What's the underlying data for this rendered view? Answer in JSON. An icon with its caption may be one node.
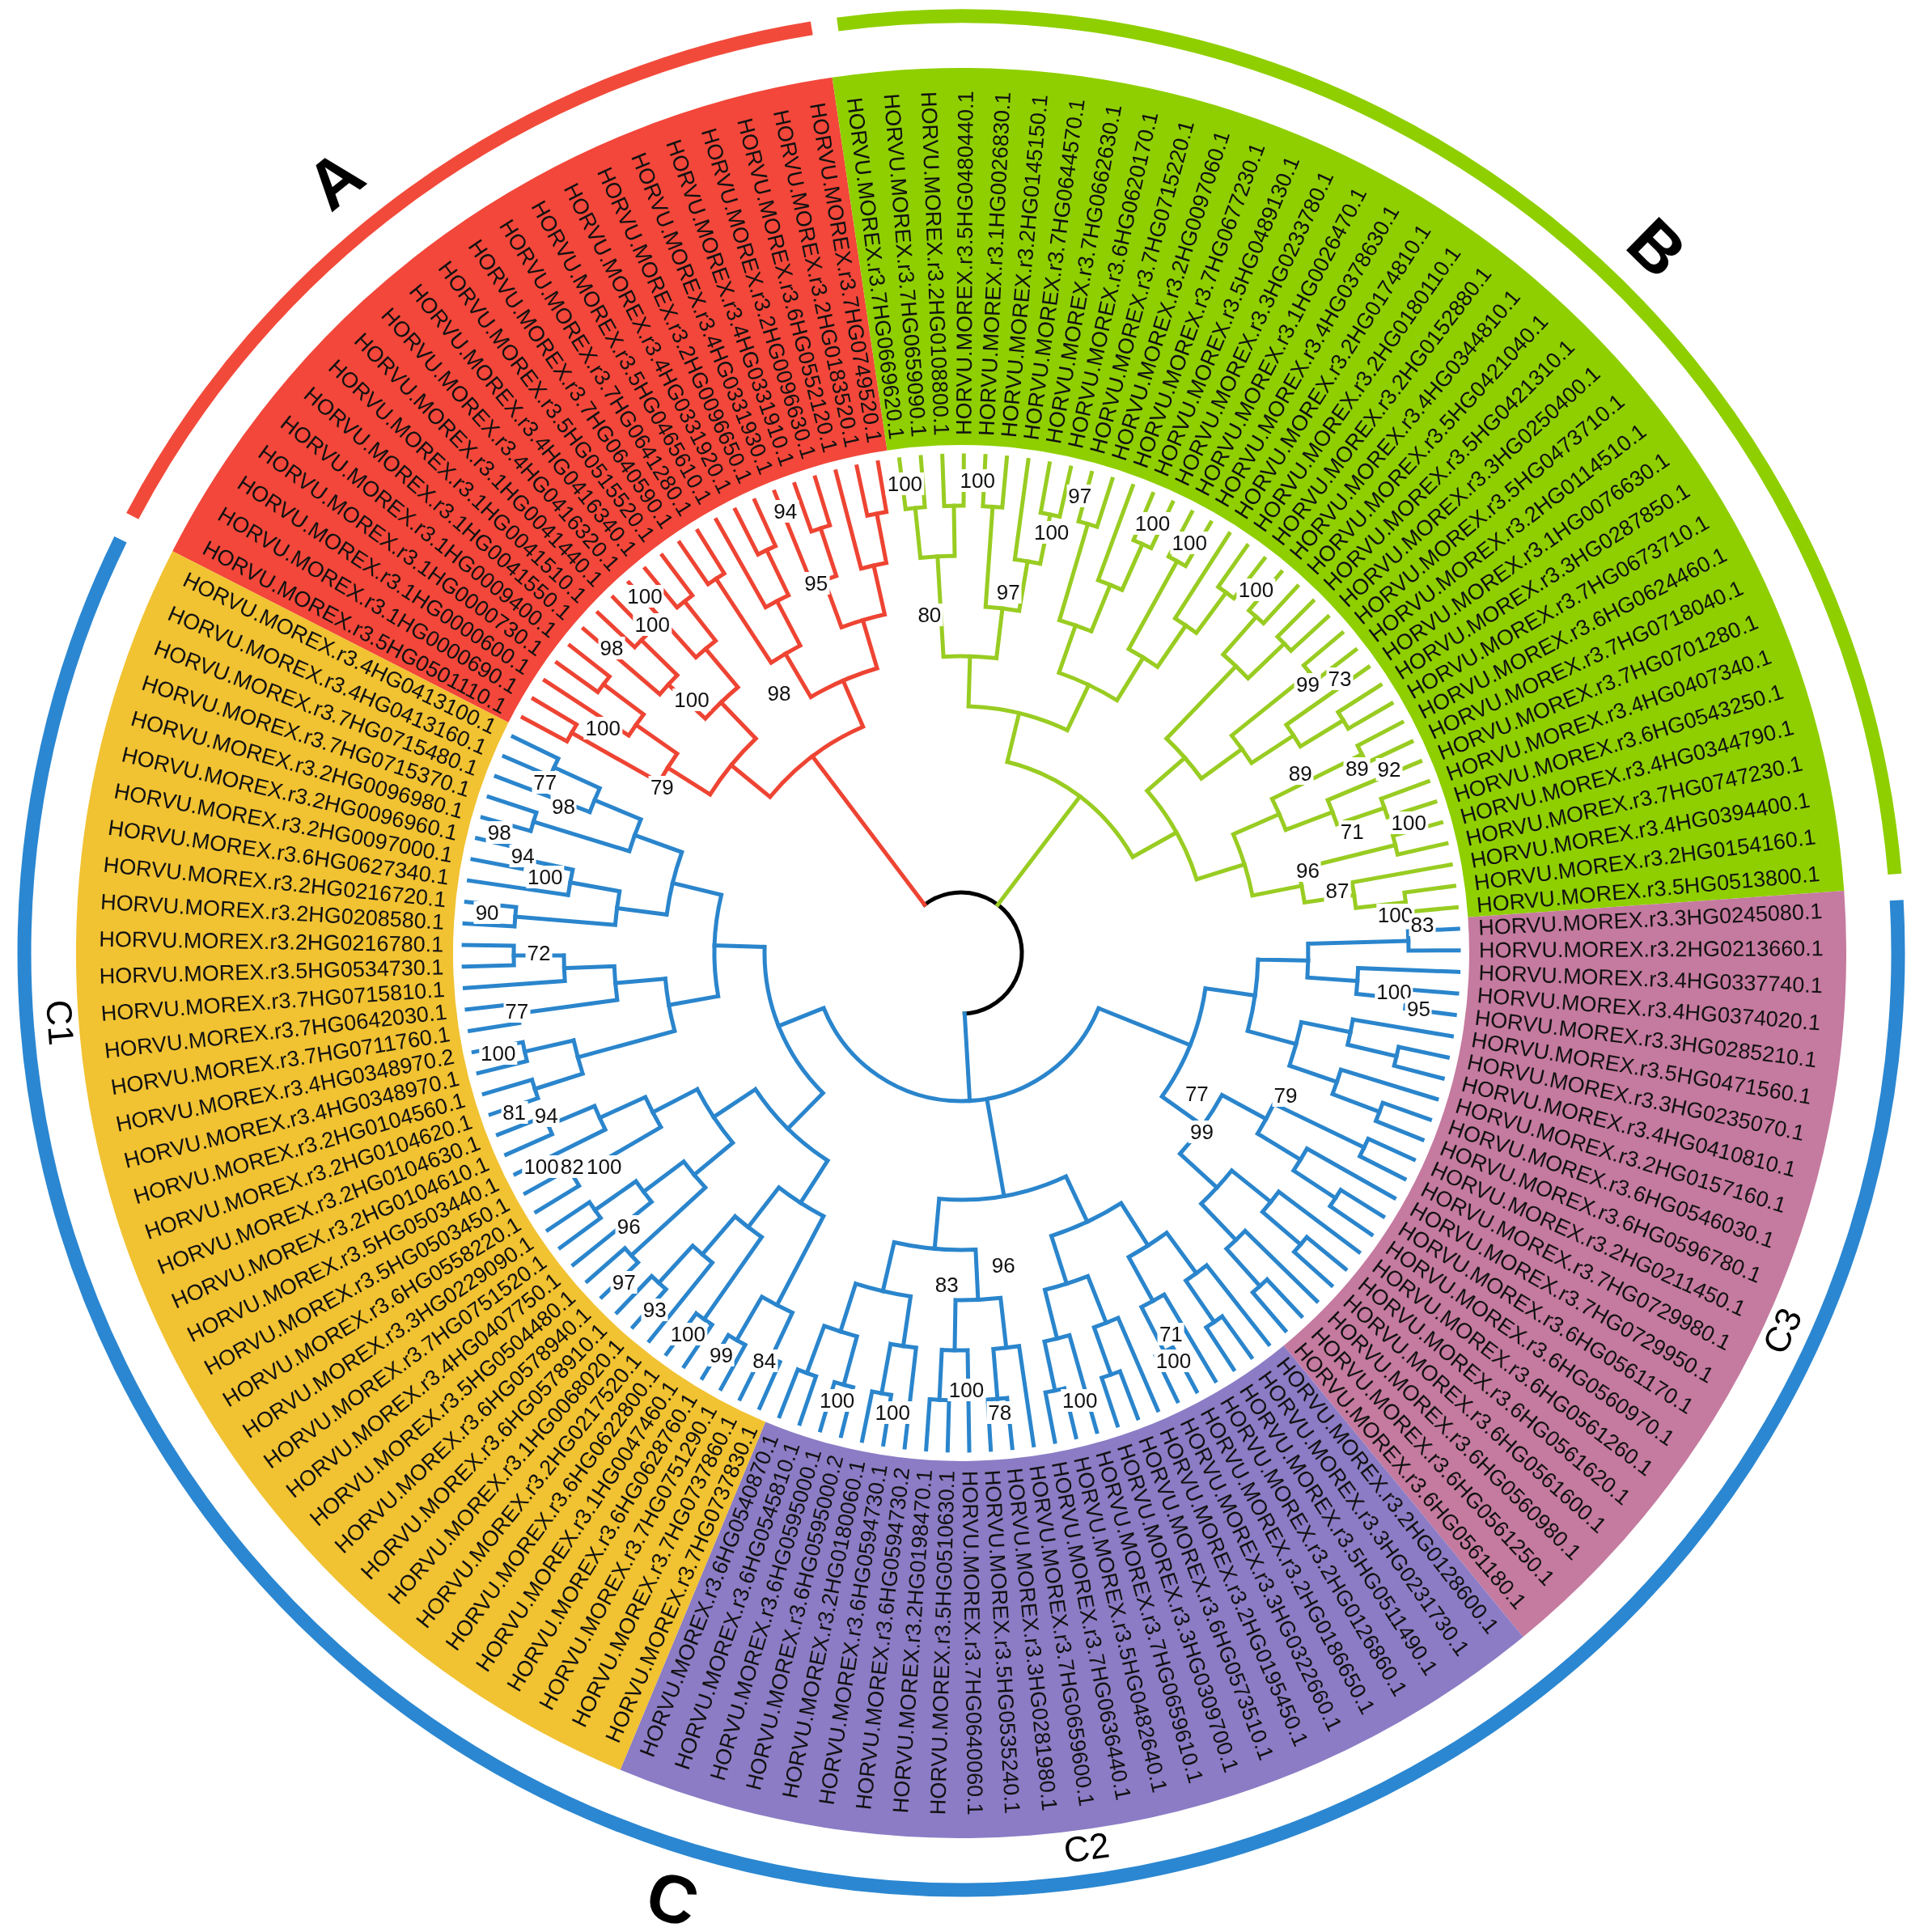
{
  "diagram": {
    "nodes": [
      {
        "text": [
          "HORVU.MOREX.r3.5HG0501110.1",
          "HORVU.MOREX.r3.1HG0000690.1",
          "HORVU.MOREX.r3.1HG0000600.1",
          "HORVU.MOREX.r3.1HG0000730.1",
          "HORVU.MOREX.r3.1HG0009400.1",
          "HORVU.MOREX.r3.1HG0041550.1",
          "HORVU.MOREX.r3.1HG0041510.1",
          "HORVU.MOREX.r3.1HG0041440.1",
          "HORVU.MOREX.r3.4HG0416320.1",
          "HORVU.MOREX.r3.4HG0416340.1",
          "HORVU.MOREX.r3.5HG0515520.1",
          "HORVU.MOREX.r3.7HG0640590.1",
          "HORVU.MOREX.r3.7HG0641280.1",
          "HORVU.MOREX.r3.5HG0465610.1",
          "HORVU.MOREX.r3.4HG0331920.1",
          "HORVU.MOREX.r3.2HG0096650.1",
          "HORVU.MOREX.r3.4HG0331930.1",
          "HORVU.MOREX.r3.4HG0331910.1",
          "HORVU.MOREX.r3.2HG0096630.1",
          "HORVU.MOREX.r3.6HG0552120.1",
          "HORVU.MOREX.r3.2HG0183520.1",
          "HORVU.MOREX.r3.7HG0749520.1"
        ]
      },
      {
        "text": [
          "HORVU.MOREX.r3.7HG0669620.1",
          "HORVU.MOREX.r3.7HG0659090.1",
          "HORVU.MOREX.r3.2HG0108800.1",
          "HORVU.MOREX.r3.5HG0480440.1",
          "HORVU.MOREX.r3.1HG0026830.1",
          "HORVU.MOREX.r3.2HG0145150.1",
          "HORVU.MOREX.r3.7HG0644570.1",
          "HORVU.MOREX.r3.7HG0662630.1",
          "HORVU.MOREX.r3.6HG0620170.1",
          "HORVU.MOREX.r3.7HG0715220.1",
          "HORVU.MOREX.r3.2HG0097060.1",
          "HORVU.MOREX.r3.7HG0677230.1",
          "HORVU.MOREX.r3.5HG0489130.1",
          "HORVU.MOREX.r3.3HG0233780.1",
          "HORVU.MOREX.r3.1HG0026470.1",
          "HORVU.MOREX.r3.4HG0378630.1",
          "HORVU.MOREX.r3.2HG0174810.1",
          "HORVU.MOREX.r3.2HG0180110.1",
          "HORVU.MOREX.r3.2HG0152880.1",
          "HORVU.MOREX.r3.4HG0344810.1",
          "HORVU.MOREX.r3.5HG0421040.1",
          "HORVU.MOREX.r3.5HG0421310.1",
          "HORVU.MOREX.r3.3HG0250400.1",
          "HORVU.MOREX.r3.5HG0473710.1",
          "HORVU.MOREX.r3.2HG0114510.1",
          "HORVU.MOREX.r3.1HG0076630.1",
          "HORVU.MOREX.r3.3HG0287850.1",
          "HORVU.MOREX.r3.7HG0673710.1",
          "HORVU.MOREX.r3.6HG0624460.1",
          "HORVU.MOREX.r3.7HG0718040.1",
          "HORVU.MOREX.r3.7HG0701280.1",
          "HORVU.MOREX.r3.4HG0407340.1",
          "HORVU.MOREX.r3.6HG0543250.1",
          "HORVU.MOREX.r3.4HG0344790.1",
          "HORVU.MOREX.r3.7HG0747230.1",
          "HORVU.MOREX.r3.4HG0394400.1",
          "HORVU.MOREX.r3.2HG0154160.1",
          "HORVU.MOREX.r3.5HG0513800.1"
        ]
      },
      {
        "text": [
          "HORVU.MOREX.r3.3HG0245080.1",
          "HORVU.MOREX.r3.2HG0213660.1",
          "HORVU.MOREX.r3.4HG0337740.1",
          "HORVU.MOREX.r3.4HG0374020.1",
          "HORVU.MOREX.r3.3HG0285210.1",
          "HORVU.MOREX.r3.5HG0471560.1",
          "HORVU.MOREX.r3.3HG0235070.1",
          "HORVU.MOREX.r3.4HG0410810.1",
          "HORVU.MOREX.r3.2HG0157160.1",
          "HORVU.MOREX.r3.6HG0546030.1",
          "HORVU.MOREX.r3.6HG0596780.1",
          "HORVU.MOREX.r3.2HG0211450.1",
          "HORVU.MOREX.r3.7HG0729980.1",
          "HORVU.MOREX.r3.7HG0729950.1",
          "HORVU.MOREX.r3.6HG0561170.1",
          "HORVU.MOREX.r3.6HG0560970.1",
          "HORVU.MOREX.r3.6HG0561260.1",
          "HORVU.MOREX.r3.6HG0561620.1",
          "HORVU.MOREX.r3.6HG0561600.1",
          "HORVU.MOREX.r3.6HG0560980.1",
          "HORVU.MOREX.r3.6HG0561250.1",
          "HORVU.MOREX.r3.6HG0561180.1"
        ]
      },
      {
        "text": [
          "HORVU.MOREX.r3.2HG0128600.1",
          "HORVU.MOREX.r3.3HG0231730.1",
          "HORVU.MOREX.r3.5HG0511490.1",
          "HORVU.MOREX.r3.2HG0126860.1",
          "HORVU.MOREX.r3.2HG0186650.1",
          "HORVU.MOREX.r3.3HG0322660.1",
          "HORVU.MOREX.r3.2HG0195450.1",
          "HORVU.MOREX.r3.6HG0573510.1",
          "HORVU.MOREX.r3.3HG0309700.1",
          "HORVU.MOREX.r3.7HG0659610.1",
          "HORVU.MOREX.r3.5HG0482640.1",
          "HORVU.MOREX.r3.7HG0636440.1",
          "HORVU.MOREX.r3.7HG0659600.1",
          "HORVU.MOREX.r3.3HG0281980.1",
          "HORVU.MOREX.r3.5HG0535240.1",
          "HORVU.MOREX.r3.7HG0640060.1",
          "HORVU.MOREX.r3.5HG0510630.1",
          "HORVU.MOREX.r3.2HG0198470.1",
          "HORVU.MOREX.r3.6HG0594730.2",
          "HORVU.MOREX.r3.6HG0594730.1",
          "HORVU.MOREX.r3.2HG0180060.1",
          "HORVU.MOREX.r3.6HG0595000.2",
          "HORVU.MOREX.r3.6HG0595000.1",
          "HORVU.MOREX.r3.6HG0545810.1",
          "HORVU.MOREX.r3.6HG0540870.1"
        ]
      },
      {
        "text": [
          "HORVU.MOREX.r3.7HG0737830.1",
          "HORVU.MOREX.r3.7HG0737860.1",
          "HORVU.MOREX.r3.7HG0751290.1",
          "HORVU.MOREX.r3.6HG0628760.1",
          "HORVU.MOREX.r3.1HG0047460.1",
          "HORVU.MOREX.r3.6HG0622800.1",
          "HORVU.MOREX.r3.2HG0217520.1",
          "HORVU.MOREX.r3.1HG0068020.1",
          "HORVU.MOREX.r3.6HG0578910.1",
          "HORVU.MOREX.r3.6HG0578940.1",
          "HORVU.MOREX.r3.5HG0504480.1",
          "HORVU.MOREX.r3.4HG0407750.1",
          "HORVU.MOREX.r3.7HG0751520.1",
          "HORVU.MOREX.r3.3HG0229090.1",
          "HORVU.MOREX.r3.6HG0558220.1",
          "HORVU.MOREX.r3.5HG0503450.1",
          "HORVU.MOREX.r3.5HG0503440.1",
          "HORVU.MOREX.r3.2HG0104610.1",
          "HORVU.MOREX.r3.2HG0104630.1",
          "HORVU.MOREX.r3.2HG0104620.1",
          "HORVU.MOREX.r3.2HG0104560.1",
          "HORVU.MOREX.r3.4HG0348970.1",
          "HORVU.MOREX.r3.4HG0348970.2",
          "HORVU.MOREX.r3.7HG0711760.1",
          "HORVU.MOREX.r3.7HG0642030.1",
          "HORVU.MOREX.r3.7HG0715810.1",
          "HORVU.MOREX.r3.5HG0534730.1",
          "HORVU.MOREX.r3.2HG0216780.1",
          "HORVU.MOREX.r3.2HG0208580.1",
          "HORVU.MOREX.r3.2HG0216720.1",
          "HORVU.MOREX.r3.6HG0627340.1",
          "HORVU.MOREX.r3.2HG0097000.1",
          "HORVU.MOREX.r3.2HG0096960.1",
          "HORVU.MOREX.r3.2HG0096980.1",
          "HORVU.MOREX.r3.7HG0715370.1",
          "HORVU.MOREX.r3.7HG0715480.1",
          "HORVU.MOREX.r3.4HG0413160.1",
          "HORVU.MOREX.r3.4HG0413100.1"
        ]
      }
    ],
    "labels": [
      "A",
      "B",
      "C1",
      "C3",
      "C2",
      "C",
      "94",
      "95",
      "100",
      "100",
      "98",
      "100",
      "98",
      "100",
      "79",
      "100",
      "100",
      "80",
      "97",
      "100",
      "97",
      "100",
      "100",
      "100",
      "99",
      "73",
      "89",
      "89",
      "92",
      "71",
      "100",
      "96",
      "87",
      "100",
      "83",
      "100",
      "95",
      "77",
      "79",
      "99",
      "77",
      "98",
      "98",
      "94",
      "100",
      "90",
      "72",
      "77",
      "100",
      "81",
      "94",
      "100",
      "82",
      "100",
      "96",
      "97",
      "93",
      "100",
      "99",
      "84",
      "100",
      "100",
      "83",
      "96",
      "100",
      "78",
      "100",
      "71",
      "100"
    ]
  }
}
